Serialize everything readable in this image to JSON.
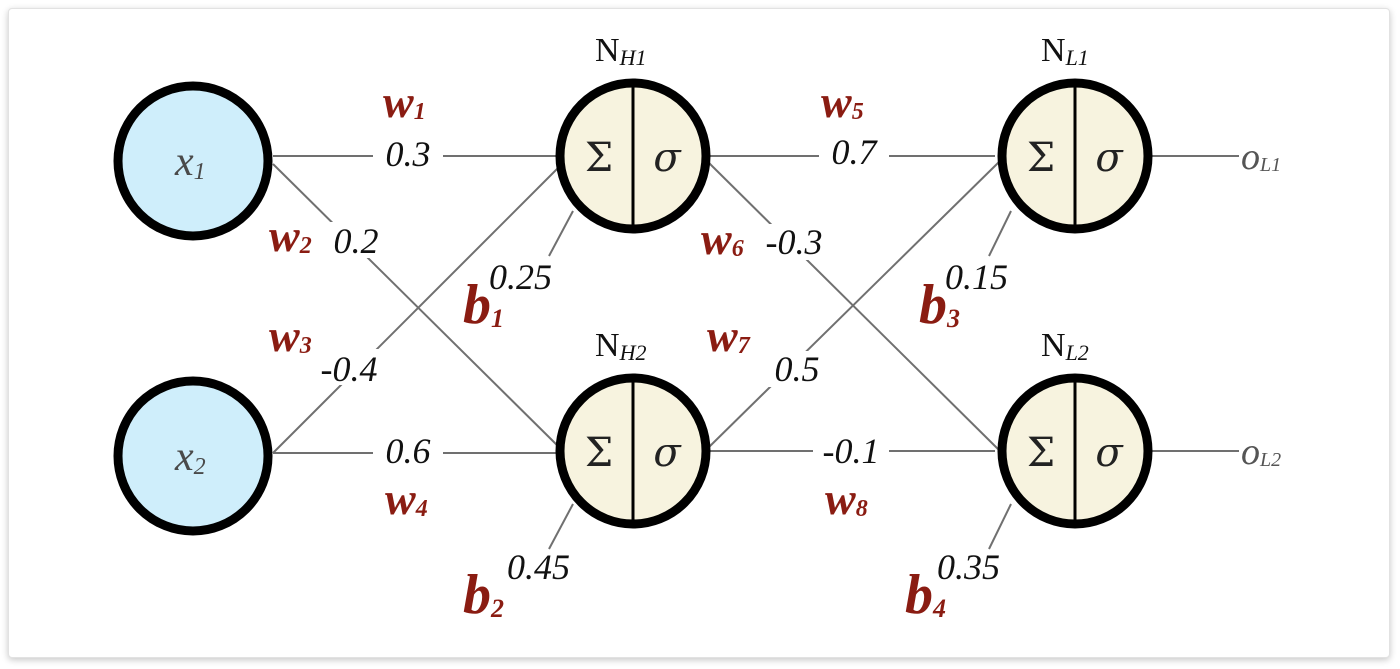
{
  "colors": {
    "input_fill": "#cfeefb",
    "neuron_fill": "#f7f3df",
    "weight_text": "#8a1c12",
    "wire": "#707070",
    "outline": "#000000"
  },
  "inputs": [
    {
      "main": "x",
      "sub": "1"
    },
    {
      "main": "x",
      "sub": "2"
    }
  ],
  "neurons": [
    {
      "main": "N",
      "sub": "H1",
      "sum_symbol": "Σ",
      "activation_symbol": "σ"
    },
    {
      "main": "N",
      "sub": "H2",
      "sum_symbol": "Σ",
      "activation_symbol": "σ"
    },
    {
      "main": "N",
      "sub": "L1",
      "sum_symbol": "Σ",
      "activation_symbol": "σ"
    },
    {
      "main": "N",
      "sub": "L2",
      "sum_symbol": "Σ",
      "activation_symbol": "σ"
    }
  ],
  "outputs": [
    {
      "main": "o",
      "sub": "L1"
    },
    {
      "main": "o",
      "sub": "L2"
    }
  ],
  "weights": [
    {
      "main": "w",
      "sub": "1",
      "value": "0.3"
    },
    {
      "main": "w",
      "sub": "2",
      "value": "0.2"
    },
    {
      "main": "w",
      "sub": "3",
      "value": "-0.4"
    },
    {
      "main": "w",
      "sub": "4",
      "value": "0.6"
    },
    {
      "main": "w",
      "sub": "5",
      "value": "0.7"
    },
    {
      "main": "w",
      "sub": "6",
      "value": "-0.3"
    },
    {
      "main": "w",
      "sub": "7",
      "value": "0.5"
    },
    {
      "main": "w",
      "sub": "8",
      "value": "-0.1"
    }
  ],
  "biases": [
    {
      "main": "b",
      "sub": "1",
      "value": "0.25"
    },
    {
      "main": "b",
      "sub": "2",
      "value": "0.45"
    },
    {
      "main": "b",
      "sub": "3",
      "value": "0.15"
    },
    {
      "main": "b",
      "sub": "4",
      "value": "0.35"
    }
  ]
}
